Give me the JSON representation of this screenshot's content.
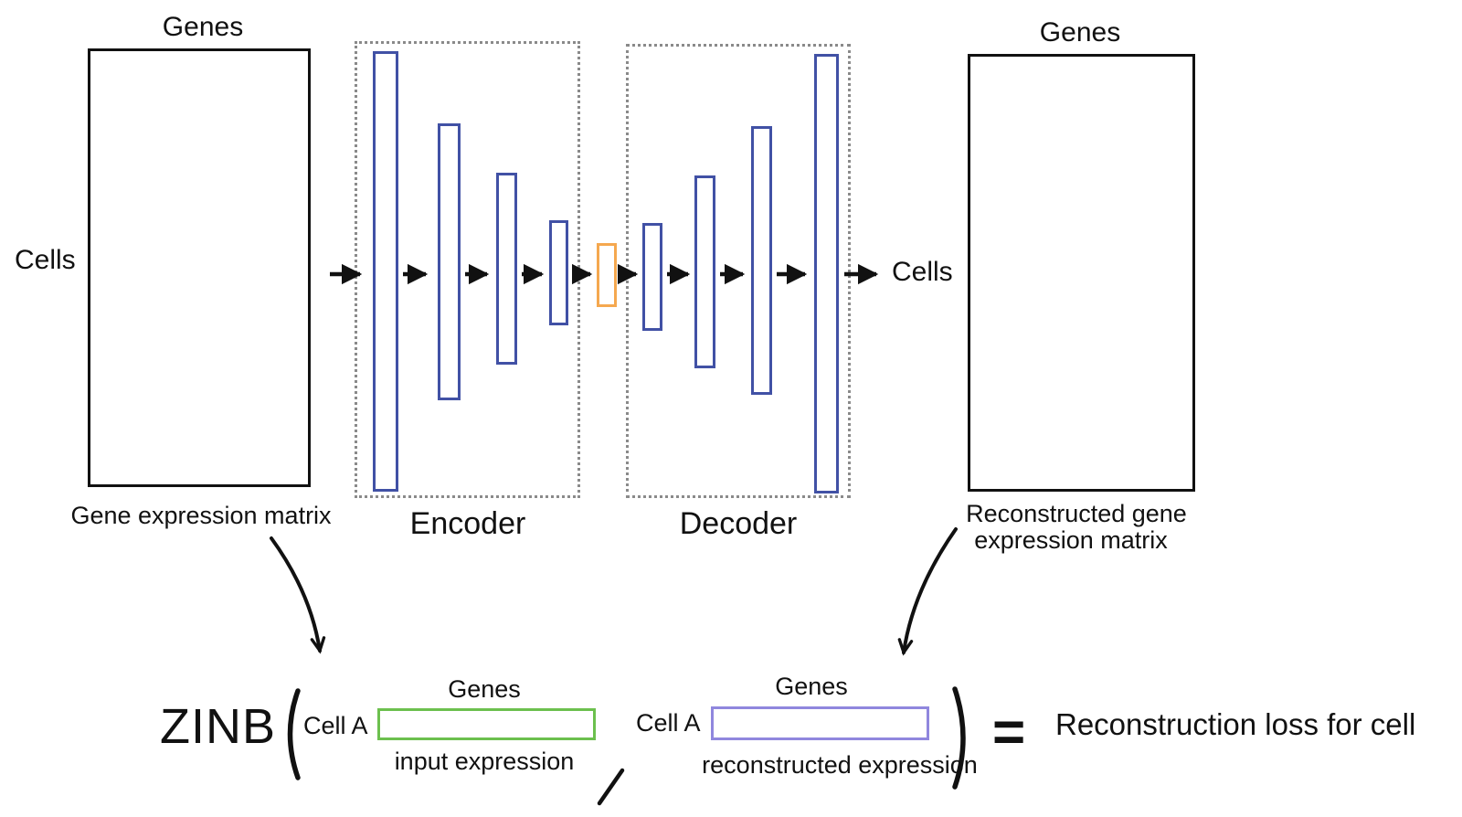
{
  "left_matrix": {
    "top_label": "Genes",
    "side_label": "Cells",
    "caption": "Gene expression matrix"
  },
  "autoencoder": {
    "encoder_label": "Encoder",
    "decoder_label": "Decoder",
    "encoder_layer_count": 4,
    "decoder_layer_count": 4,
    "bottleneck_layer_count": 1
  },
  "right_matrix": {
    "top_label": "Genes",
    "side_label": "Cells",
    "caption_line1": "Reconstructed gene",
    "caption_line2": "expression matrix"
  },
  "formula": {
    "function_name": "ZINB",
    "open_paren": "(",
    "left_arg": {
      "row_label": "Cell A",
      "top_label": "Genes",
      "caption": "input expression"
    },
    "separator_glyph": "/",
    "right_arg": {
      "row_label": "Cell A",
      "top_label": "Genes",
      "caption": "reconstructed expression"
    },
    "close_paren": ")",
    "equals_sign": "=",
    "result_label": "Reconstruction loss for cell"
  },
  "colors": {
    "layer_blue": "#4151a5",
    "bottleneck_orange": "#f5a84f",
    "input_green": "#6cc04e",
    "reconstructed_purple": "#9087de",
    "dotted_box_gray": "#8a8a8a",
    "ink_black": "#111111"
  }
}
